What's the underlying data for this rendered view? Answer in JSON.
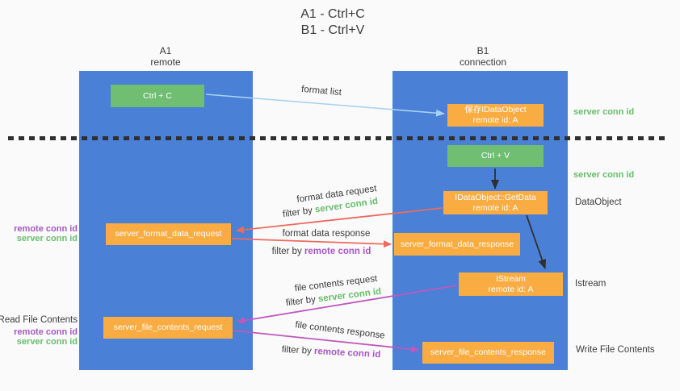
{
  "colors": {
    "background": "#fafafa",
    "lane_blue": "#4a80d6",
    "box_green": "#6fbe72",
    "box_orange": "#f9ac42",
    "arrow_blue": "#a6d3f2",
    "arrow_red": "#ed6a5f",
    "arrow_magenta": "#bf58bd",
    "arrow_black": "#2f2f2f",
    "text_dark": "#3d3d3d",
    "text_green": "#67bd6b",
    "text_purple": "#a855c8",
    "box_text": "#ffffff"
  },
  "title": {
    "line1": "A1 - Ctrl+C",
    "line2": "B1 - Ctrl+V"
  },
  "lanes": {
    "left": {
      "name": "A1",
      "subtitle": "remote"
    },
    "right": {
      "name": "B1",
      "subtitle": "connection"
    }
  },
  "boxes": {
    "ctrl_c": {
      "label": "Ctrl + C"
    },
    "save_idataobject": {
      "line1": "保存IDataObject",
      "line2": "remote id: A"
    },
    "ctrl_v": {
      "label": "Ctrl + V"
    },
    "getdata": {
      "line1": "IDataObject::GetData",
      "line2": "remote id: A"
    },
    "format_request": {
      "label": "server_format_data_request"
    },
    "format_response": {
      "label": "server_format_data_response"
    },
    "istream": {
      "line1": "IStream",
      "line2": "remote id: A"
    },
    "file_request": {
      "label": "server_file_contents_request"
    },
    "file_response": {
      "label": "server_file_contents_response"
    }
  },
  "arrow_labels": {
    "format_list": "format list",
    "format_data_request": "format data request",
    "format_data_response": "format data response",
    "file_contents_request": "file contents request",
    "file_contents_response": "file contents response",
    "filter_by": "filter by",
    "server_conn_id": "server conn id",
    "remote_conn_id": "remote conn id"
  },
  "side_labels": {
    "left": {
      "remote_conn_id_1": "remote conn id",
      "server_conn_id_1": "server conn id",
      "read_file_contents": "Read File Contents",
      "remote_conn_id_2": "remote conn id",
      "server_conn_id_2": "server conn id"
    },
    "right": {
      "server_conn_id_1": "server conn id",
      "server_conn_id_2": "server conn id",
      "dataobject": "DataObject",
      "istream": "Istream",
      "write_file_contents": "Write File Contents"
    }
  }
}
